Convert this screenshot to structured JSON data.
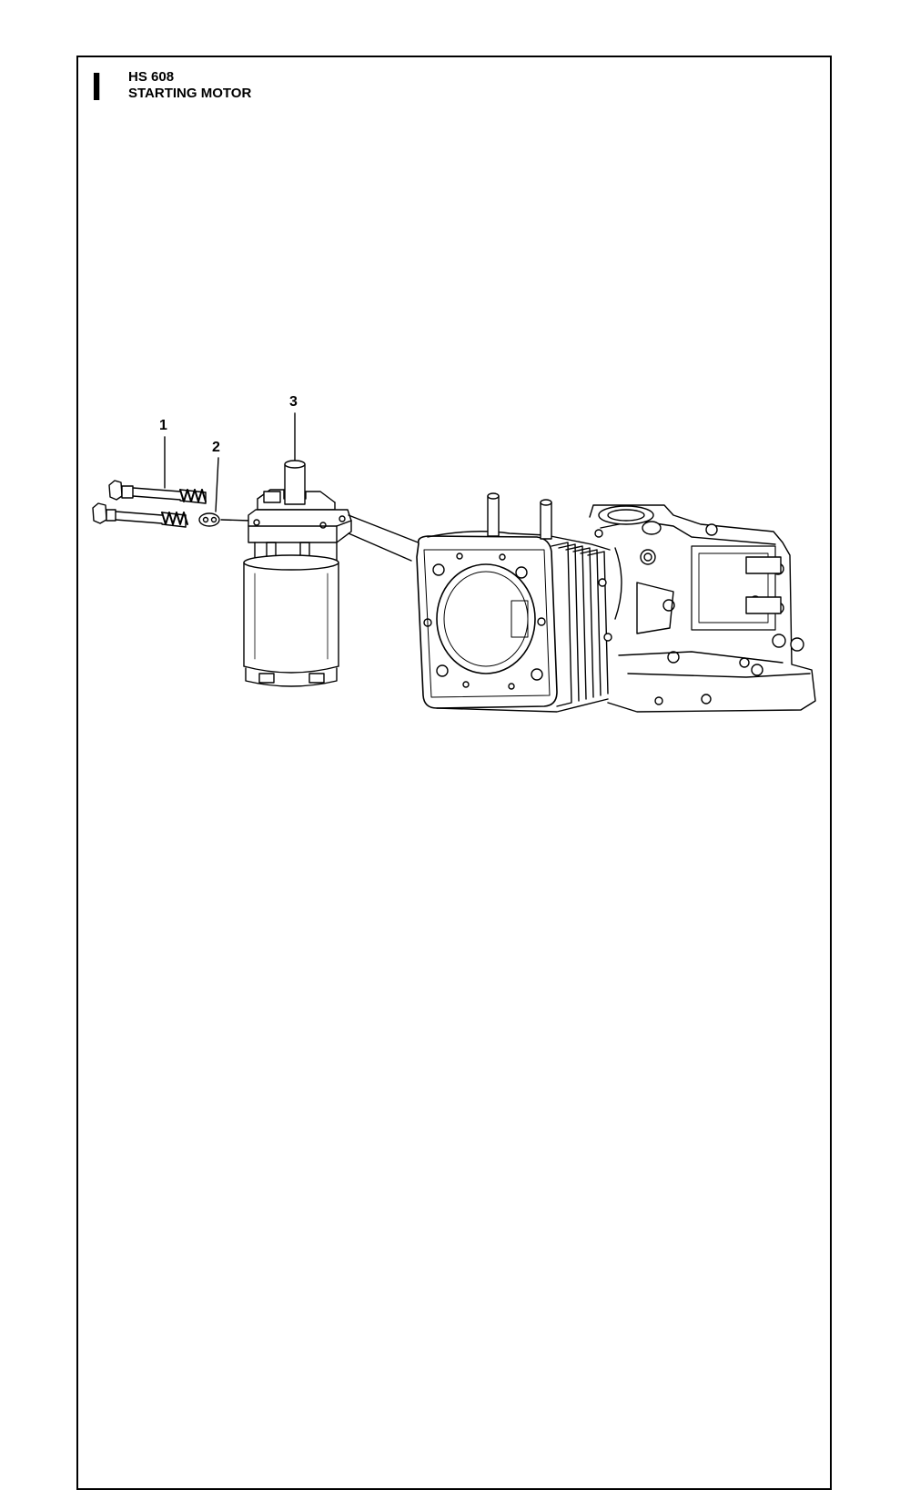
{
  "header": {
    "section_letter": "I",
    "model": "HS 608",
    "title": "STARTING MOTOR"
  },
  "callouts": [
    {
      "id": "1"
    },
    {
      "id": "2"
    },
    {
      "id": "3"
    }
  ]
}
